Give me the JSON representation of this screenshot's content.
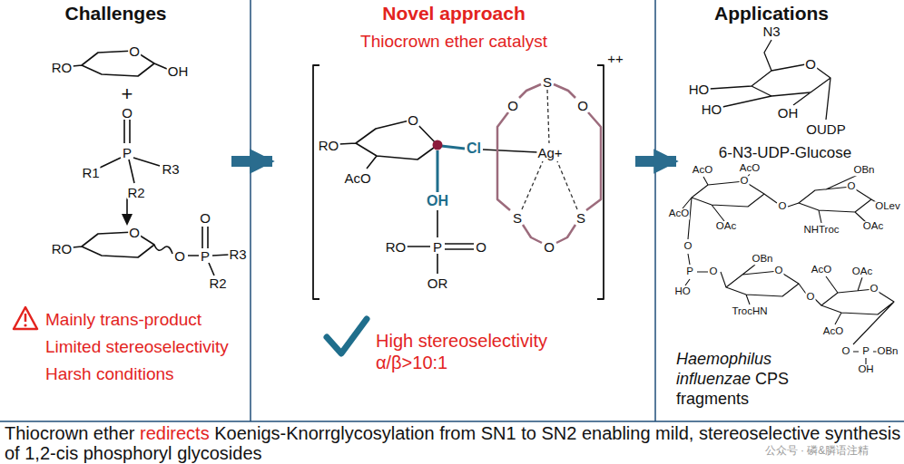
{
  "diagram": {
    "caption": "Thiocrown ether redirects Koenigs-Knorrglycosylation from SN1 to SN2 enabling mild, stereoselective synthesis of 1,2-cis phosphoryl glycosides",
    "nodes": [
      {
        "text": [
          "Challenges"
        ]
      },
      {
        "text": [
          "Novel approach",
          "Thiocrown ether catalyst"
        ]
      },
      {
        "text": [
          "Applications"
        ]
      }
    ],
    "edges": [
      {
        "from": 0,
        "to": 1,
        "arrow": "to"
      },
      {
        "from": 1,
        "to": 2,
        "arrow": "to"
      }
    ],
    "labels": [
      "RO",
      "O",
      "OH",
      "+",
      "O",
      "P",
      "R1",
      "R3",
      "R2",
      "RO",
      "O",
      "O",
      "P",
      "O",
      "R3",
      "R2",
      "Mainly trans-product",
      "Limited stereoselectivity",
      "Harsh conditions",
      "RO",
      "O",
      "AcO",
      "Cl",
      "OH",
      "RO",
      "P",
      "O",
      "OR",
      "S",
      "O",
      "O",
      "Ag+",
      "S",
      "S",
      "O",
      "++",
      "High stereoselectivity α/β>10:1",
      "N3",
      "O",
      "HO",
      "HO",
      "OH",
      "OUDP",
      "6-N3-UDP-Glucose",
      "AcO",
      "AcO",
      "O",
      "AcO",
      "OAc",
      "O",
      "OBn",
      "O",
      "OLev",
      "OAc",
      "NHTroc",
      "O",
      "P",
      "O",
      "HO",
      "OBn",
      "O",
      "TrocHN",
      "O",
      "AcO",
      "OAc",
      "O",
      "AcO",
      "O",
      "P",
      "OBn",
      "OH",
      "Haemophilus influenzae CPS fragments",
      "公众号 · 磷&膦语注精"
    ]
  }
}
